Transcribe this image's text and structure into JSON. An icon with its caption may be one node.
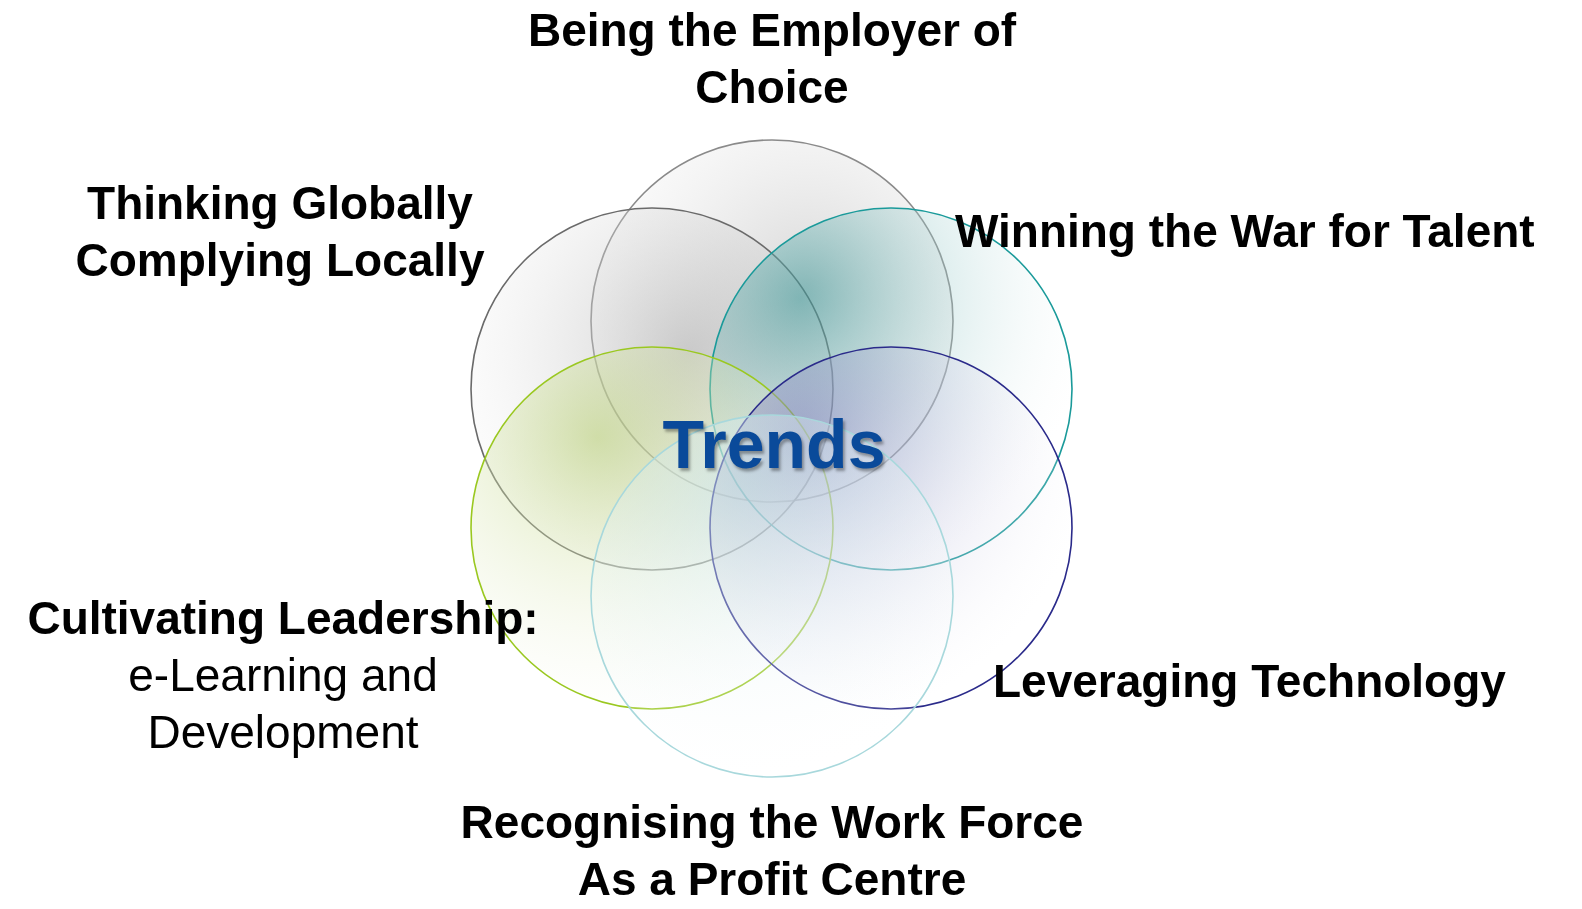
{
  "diagram": {
    "nodes": [
      {
        "text": [
          "Being the Employer of Choice"
        ]
      },
      {
        "text": [
          "Thinking Globally Complying Locally"
        ]
      },
      {
        "text": [
          "Winning the War for Talent"
        ]
      },
      {
        "text": [
          "Cultivating Leadership:",
          "e-Learning and Development"
        ]
      },
      {
        "text": [
          "Leveraging Technology"
        ]
      },
      {
        "text": [
          "Recognising the Work Force As a Profit Centre"
        ]
      }
    ],
    "labels": [
      "Trends"
    ]
  }
}
